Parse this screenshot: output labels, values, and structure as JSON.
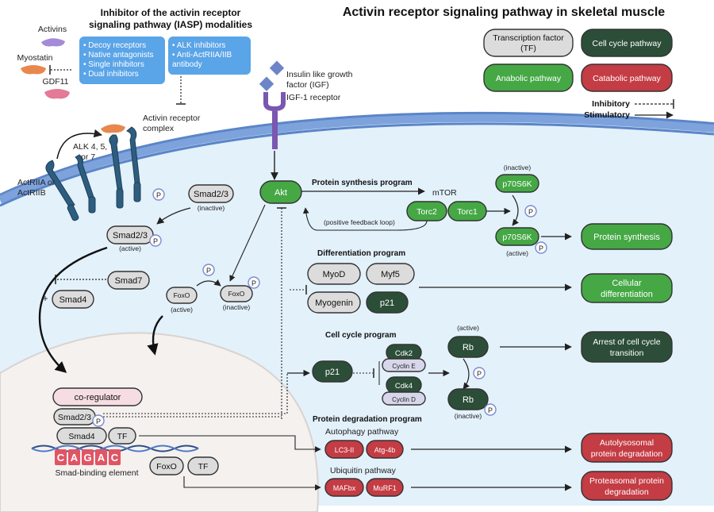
{
  "title": "Activin receptor signaling pathway in skeletal muscle",
  "iasp": {
    "title_line1": "Inhibitor of the activin receptor",
    "title_line2": "signaling pathway (IASP) modalities",
    "box1": [
      "• Decoy receptors",
      "• Native antagonists",
      "• Single inhibitors",
      "• Dual inhibitors"
    ],
    "box2": [
      "• ALK inhibitors",
      "• Anti-ActRIIA/IIB",
      "  antibody"
    ]
  },
  "ligands": {
    "activins": "Activins",
    "myostatin": "Myostatin",
    "gdf11": "GDF11"
  },
  "receptor": {
    "complex_line1": "Activin receptor",
    "complex_line2": "complex",
    "alk_line1": "ALK 4, 5,",
    "alk_line2": "or 7",
    "actrii_line1": "ActRIIA or",
    "actrii_line2": "ActRIIB"
  },
  "igf": {
    "line1": "Insulin like growth",
    "line2": "factor (IGF)",
    "receptor": "IGF-1 receptor"
  },
  "legend": {
    "tf_line1": "Transcription factor",
    "tf_line2": "(TF)",
    "cell_cycle": "Cell cycle pathway",
    "anabolic": "Anabolic pathway",
    "catabolic": "Catabolic pathway",
    "inhibitory": "Inhibitory",
    "stimulatory": "Stimulatory"
  },
  "colors": {
    "green": "#45a845",
    "dark_green": "#2c4e38",
    "red": "#c43c44",
    "gray": "#dcdcdc",
    "membrane": "#6b93d0",
    "cytoplasm": "#e3f1fb",
    "iasp_blue": "#5aa4e8",
    "coregulator": "#f6dde3",
    "sbe_red": "#e05564"
  },
  "smad": {
    "smad23": "Smad2/3",
    "inactive": "(inactive)",
    "active": "(active)",
    "smad7": "Smad7",
    "smad4": "Smad4",
    "plus": "+",
    "p": "P"
  },
  "foxo": {
    "label": "FoxO",
    "active": "(active)",
    "inactive": "(inactive)"
  },
  "akt": "Akt",
  "protein_synthesis": {
    "heading": "Protein synthesis program",
    "mtor": "mTOR",
    "torc2": "Torc2",
    "torc1": "Torc1",
    "feedback": "(positive feedback loop)",
    "p70": "p70S6K",
    "inactive": "(inactive)",
    "active": "(active)",
    "outcome": "Protein synthesis"
  },
  "differentiation": {
    "heading": "Differentiation program",
    "myod": "MyoD",
    "myf5": "Myf5",
    "myogenin": "Myogenin",
    "p21": "p21",
    "outcome_line1": "Cellular",
    "outcome_line2": "differentiation"
  },
  "cell_cycle": {
    "heading": "Cell cycle program",
    "p21": "p21",
    "cdk2": "Cdk2",
    "cyclin_e": "Cyclin E",
    "cdk4": "Cdk4",
    "cyclin_d": "Cyclin D",
    "rb": "Rb",
    "active": "(active)",
    "inactive": "(inactive)",
    "outcome_line1": "Arrest of cell cycle",
    "outcome_line2": "transition"
  },
  "degradation": {
    "heading": "Protein degradation program",
    "autophagy": "Autophagy pathway",
    "lc3": "LC3-II",
    "atg4b": "Atg-4b",
    "auto_outcome_line1": "Autolysosomal",
    "auto_outcome_line2": "protein degradation",
    "ubiquitin": "Ubiquitin pathway",
    "mafbx": "MAFbx",
    "murf1": "MuRF1",
    "prot_outcome_line1": "Proteasomal protein",
    "prot_outcome_line2": "degradation"
  },
  "nucleus": {
    "coregulator": "co-regulator",
    "smad23": "Smad2/3",
    "smad4": "Smad4",
    "tf": "TF",
    "foxo": "FoxO",
    "sbe_letters": [
      "C",
      "A",
      "G",
      "A",
      "C"
    ],
    "sbe_label": "Smad-binding element"
  }
}
